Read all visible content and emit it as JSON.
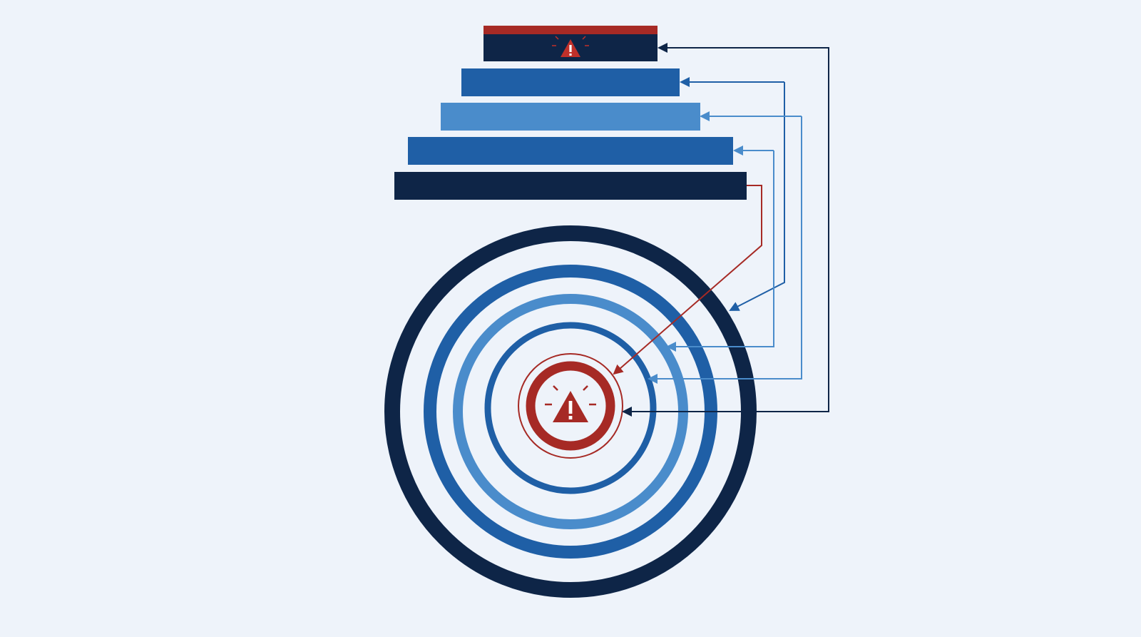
{
  "colors": {
    "background": "#eef3fa",
    "navy": "#0e2547",
    "blue": "#1f5fa6",
    "light_blue": "#4a8ccb",
    "alert_red": "#a62a25"
  },
  "icons": {
    "top_bar_icon": "warning-triangle-icon",
    "center_icon": "warning-triangle-icon"
  },
  "layers": [
    {
      "id": "layer-1",
      "bar_color": "#0e2547",
      "top_band_color": "#a62a25",
      "has_alert_icon": true,
      "ring_color": "#a62a25"
    },
    {
      "id": "layer-2",
      "bar_color": "#1f5fa6",
      "ring_color": "#1f5fa6"
    },
    {
      "id": "layer-3",
      "bar_color": "#4a8ccb",
      "ring_color": "#4a8ccb"
    },
    {
      "id": "layer-4",
      "bar_color": "#1f5fa6",
      "ring_color": "#1f5fa6"
    },
    {
      "id": "layer-5",
      "bar_color": "#0e2547",
      "ring_color": "#0e2547"
    }
  ]
}
